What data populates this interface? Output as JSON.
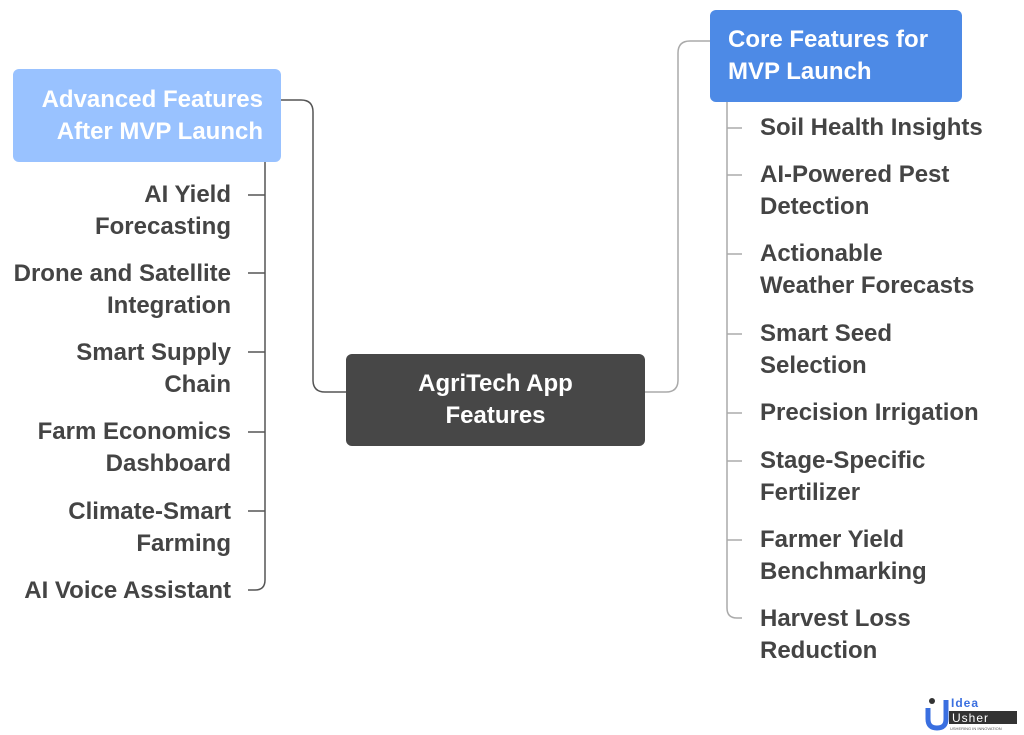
{
  "center": {
    "line1": "AgriTech App",
    "line2": "Features"
  },
  "advanced": {
    "title1": "Advanced Features",
    "title2": "After MVP Launch",
    "items": [
      {
        "l1": "AI Yield",
        "l2": "Forecasting"
      },
      {
        "l1": "Drone and Satellite",
        "l2": "Integration"
      },
      {
        "l1": "Smart Supply",
        "l2": "Chain"
      },
      {
        "l1": "Farm Economics",
        "l2": "Dashboard"
      },
      {
        "l1": "Climate-Smart",
        "l2": "Farming"
      },
      {
        "l1": "AI Voice Assistant",
        "l2": ""
      }
    ]
  },
  "core": {
    "title1": "Core Features for",
    "title2": "MVP Launch",
    "items": [
      {
        "l1": "Soil Health Insights",
        "l2": ""
      },
      {
        "l1": "AI-Powered Pest",
        "l2": "Detection"
      },
      {
        "l1": "Actionable",
        "l2": "Weather Forecasts"
      },
      {
        "l1": "Smart Seed",
        "l2": "Selection"
      },
      {
        "l1": "Precision Irrigation",
        "l2": ""
      },
      {
        "l1": "Stage-Specific",
        "l2": "Fertilizer"
      },
      {
        "l1": "Farmer Yield",
        "l2": "Benchmarking"
      },
      {
        "l1": "Harvest Loss",
        "l2": "Reduction"
      }
    ]
  },
  "logo": {
    "top": "Idea",
    "bottom": "Usher",
    "tagline": "USHERING IN INNOVATION"
  },
  "colors": {
    "advanced": "#99c2ff",
    "core": "#4d8ae6",
    "center": "#474747",
    "text": "#444444"
  }
}
